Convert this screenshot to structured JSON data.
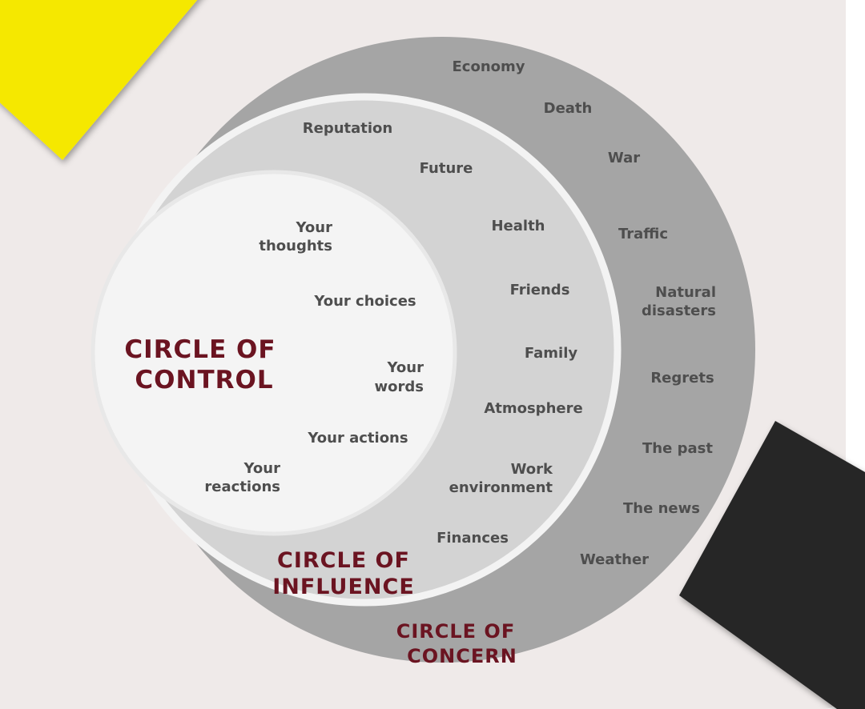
{
  "colors": {
    "background": "#efeae9",
    "concern_ring": "#a5a5a5",
    "influence_ring": "#d3d3d3",
    "control_circle": "#f4f4f4",
    "ring_border": "#f3f3f3",
    "label_text": "#4e4e4e",
    "title_text": "#6b1421",
    "yellow_shape": "#f5e800",
    "black_shape": "#262626"
  },
  "circle_of_control": {
    "title_line1": "CIRCLE OF",
    "title_line2": "CONTROL",
    "items": {
      "thoughts_line1": "Your",
      "thoughts_line2": "thoughts",
      "choices": "Your choices",
      "words_line1": "Your",
      "words_line2": "words",
      "actions": "Your actions",
      "reactions_line1": "Your",
      "reactions_line2": "reactions"
    }
  },
  "circle_of_influence": {
    "title_line1": "CIRCLE OF",
    "title_line2": "INFLUENCE",
    "items": {
      "reputation": "Reputation",
      "future": "Future",
      "health": "Health",
      "friends": "Friends",
      "family": "Family",
      "atmosphere": "Atmosphere",
      "work_line1": "Work",
      "work_line2": "environment",
      "finances": "Finances"
    }
  },
  "circle_of_concern": {
    "title_line1": "CIRCLE OF",
    "title_line2": "CONCERN",
    "items": {
      "economy": "Economy",
      "death": "Death",
      "war": "War",
      "traffic": "Traffic",
      "natural_line1": "Natural",
      "natural_line2": "disasters",
      "regrets": "Regrets",
      "past": "The past",
      "news": "The news",
      "weather": "Weather"
    }
  }
}
